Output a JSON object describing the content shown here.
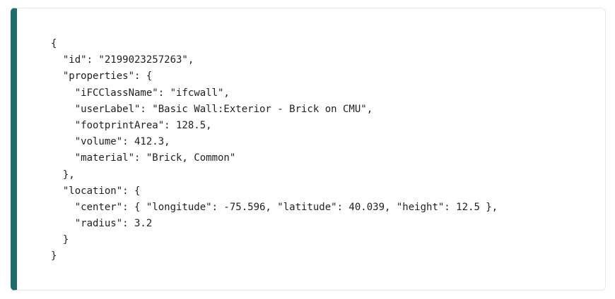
{
  "code_block": {
    "lines": [
      "{",
      "  \"id\": \"2199023257263\",",
      "  \"properties\": {",
      "    \"iFCClassName\": \"ifcwall\",",
      "    \"userLabel\": \"Basic Wall:Exterior - Brick on CMU\",",
      "    \"footprintArea\": 128.5,",
      "    \"volume\": 412.3,",
      "    \"material\": \"Brick, Common\"",
      "  },",
      "  \"location\": {",
      "    \"center\": { \"longitude\": -75.596, \"latitude\": 40.039, \"height\": 12.5 },",
      "    \"radius\": 3.2",
      "  }",
      "}"
    ]
  },
  "colors": {
    "accent_bar": "#1f6b6b",
    "card_border": "#e6e9ec",
    "text": "#1f1f1f",
    "background": "#ffffff"
  }
}
